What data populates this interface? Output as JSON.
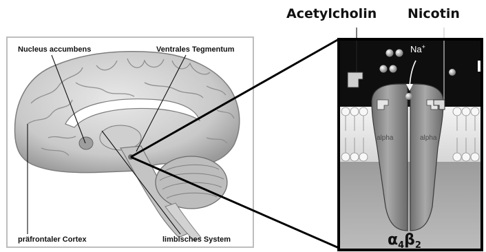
{
  "brain_panel": {
    "labels": {
      "nucleus_accumbens": "Nucleus accumbens",
      "ventral_tegmentum": "Ventrales Tegmentum",
      "prefrontal_cortex": "präfrontaler Cortex",
      "limbic_system": "limbisches System"
    }
  },
  "receptor_panel": {
    "ligand_labels": {
      "acetylcholine": "Acetylcholin",
      "nicotine": "Nicotin"
    },
    "ion_label": "Na",
    "ion_charge": "+",
    "subunit_left": "alpha",
    "subunit_right": "alpha",
    "formula": {
      "alpha": "α",
      "alpha_sub": "4",
      "beta": "β",
      "beta_sub": "2"
    }
  }
}
